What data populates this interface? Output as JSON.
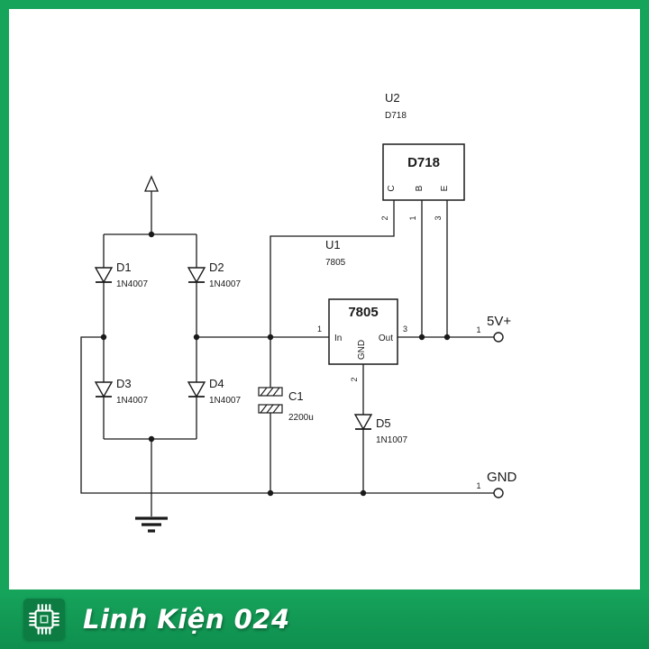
{
  "colors": {
    "frame_green": "#16A45B",
    "banner_green_dark": "#0F8F4E",
    "chip_bg": "#0C7C42",
    "ink": "#1A1A1A",
    "brand_white": "#FFFFFF"
  },
  "banner": {
    "brand": "Linh Kiện 024"
  },
  "schematic": {
    "u2": {
      "ref": "U2",
      "part": "D718",
      "box_title": "D718",
      "pins": [
        {
          "name": "C",
          "num": "2"
        },
        {
          "name": "B",
          "num": "1"
        },
        {
          "name": "E",
          "num": "3"
        }
      ]
    },
    "u1": {
      "ref": "U1",
      "part": "7805",
      "box_title": "7805",
      "pin_in": "In",
      "pin_gnd": "GND",
      "pin_out": "Out",
      "pin_in_num": "1",
      "pin_out_num": "3",
      "pin_gnd_num": "2"
    },
    "diodes": [
      {
        "ref": "D1",
        "part": "1N4007"
      },
      {
        "ref": "D2",
        "part": "1N4007"
      },
      {
        "ref": "D3",
        "part": "1N4007"
      },
      {
        "ref": "D4",
        "part": "1N4007"
      },
      {
        "ref": "D5",
        "part": "1N1007"
      }
    ],
    "cap": {
      "ref": "C1",
      "value": "2200u"
    },
    "terminals": [
      {
        "label": "5V+",
        "pin": "1"
      },
      {
        "label": "GND",
        "pin": "1"
      }
    ]
  }
}
